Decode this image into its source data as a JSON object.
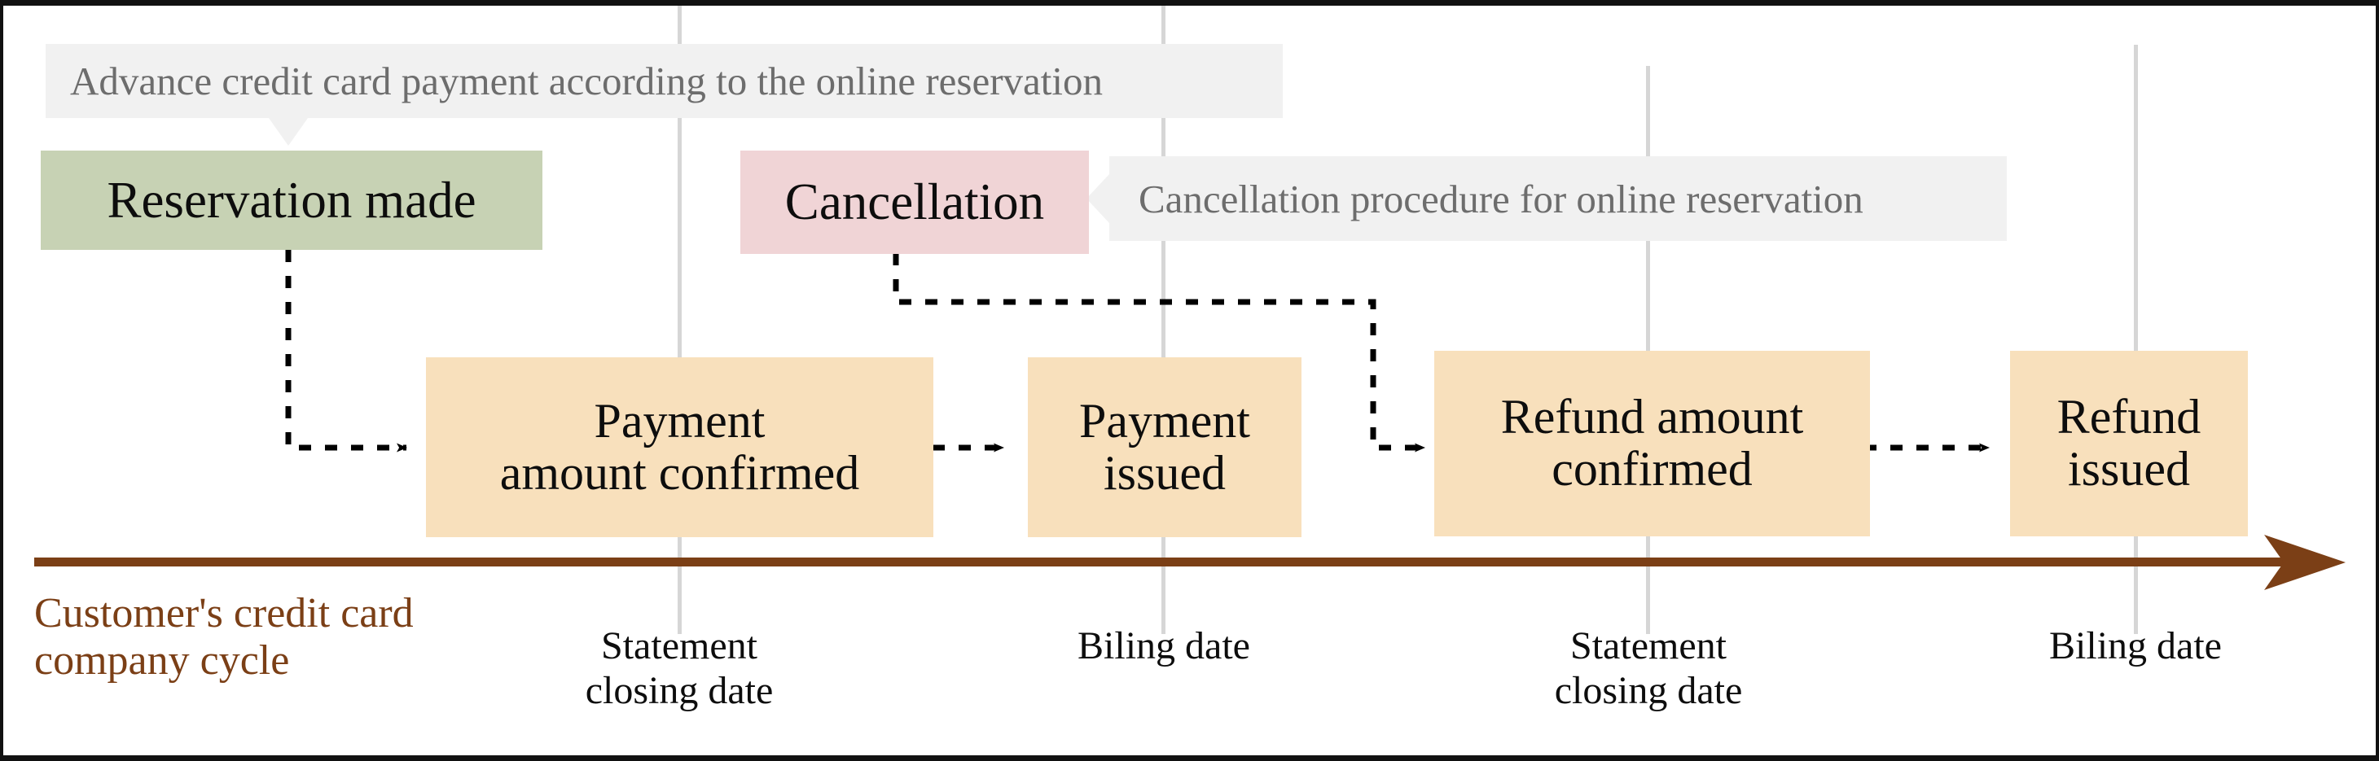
{
  "diagram": {
    "title_caption": "Customer's credit card\ncompany cycle",
    "colors": {
      "reservation_fill": "#c7d2b4",
      "cancellation_fill": "#f0d4d6",
      "process_fill": "#f8e0bc",
      "callout_fill": "#f1f1f1",
      "callout_text": "#6d6d6d",
      "axis": "#7b3f16",
      "gridline": "#d6d6d6",
      "connector": "#000000",
      "border": "#111111"
    },
    "callouts": [
      {
        "id": "advance-payment-note",
        "text": "Advance credit card payment according to the online reservation",
        "tail": "down"
      },
      {
        "id": "cancellation-procedure-note",
        "text": "Cancellation procedure for online reservation",
        "tail": "left"
      }
    ],
    "events": [
      {
        "id": "reservation-made",
        "label": "Reservation made",
        "kind": "reservation"
      },
      {
        "id": "cancellation",
        "label": "Cancellation",
        "kind": "cancellation"
      }
    ],
    "process_steps": [
      {
        "id": "payment-amount-confirmed",
        "label": "Payment\namount confirmed"
      },
      {
        "id": "payment-issued",
        "label": "Payment\nissued"
      },
      {
        "id": "refund-amount-confirmed",
        "label": "Refund amount\nconfirmed"
      },
      {
        "id": "refund-issued",
        "label": "Refund\nissued"
      }
    ],
    "timeline": {
      "caption": "Customer's credit card\ncompany cycle",
      "ticks": [
        {
          "id": "tick-statement-1",
          "label": "Statement\nclosing date"
        },
        {
          "id": "tick-billing-1",
          "label": "Biling date"
        },
        {
          "id": "tick-statement-2",
          "label": "Statement\nclosing date"
        },
        {
          "id": "tick-billing-2",
          "label": "Biling date"
        }
      ]
    },
    "flows": [
      {
        "id": "flow-reservation-to-payment-confirmed",
        "from": "reservation-made",
        "to": "payment-amount-confirmed",
        "style": "dashed"
      },
      {
        "id": "flow-payment-confirmed-to-payment-issued",
        "from": "payment-amount-confirmed",
        "to": "payment-issued",
        "style": "dashed"
      },
      {
        "id": "flow-cancellation-to-refund-confirmed",
        "from": "cancellation",
        "to": "refund-amount-confirmed",
        "style": "dashed"
      },
      {
        "id": "flow-refund-confirmed-to-refund-issued",
        "from": "refund-amount-confirmed",
        "to": "refund-issued",
        "style": "dashed"
      }
    ]
  }
}
